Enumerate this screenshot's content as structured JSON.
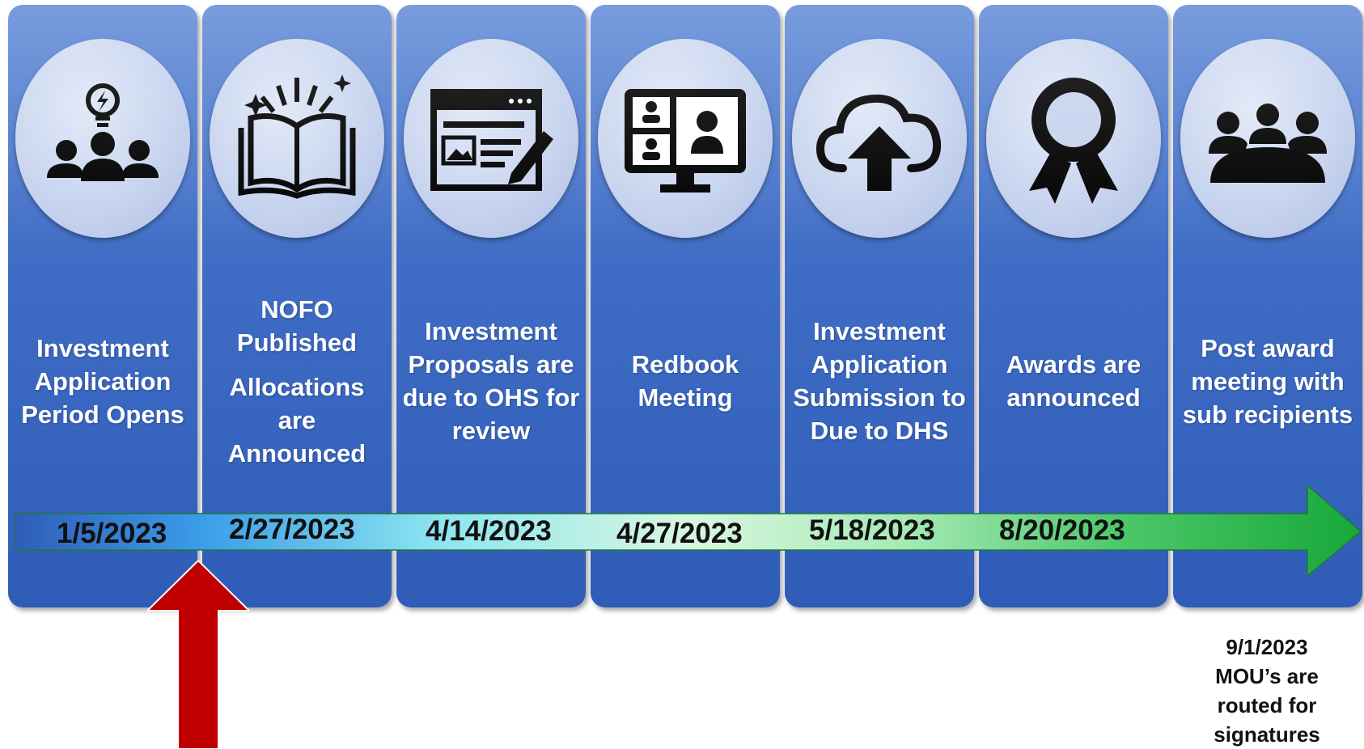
{
  "steps": [
    {
      "icon": "team-idea-icon",
      "title": "Investment Application Period Opens",
      "date": "1/5/2023"
    },
    {
      "icon": "open-book-icon",
      "title": "NOFO Published",
      "subtitle": "Allocations are Announced",
      "date": "2/27/2023"
    },
    {
      "icon": "browser-edit-icon",
      "title": "Investment Proposals are due to OHS for review",
      "date": "4/14/2023"
    },
    {
      "icon": "video-meeting-icon",
      "title": "Redbook Meeting",
      "date": "4/27/2023"
    },
    {
      "icon": "cloud-upload-icon",
      "title": "Investment Application Submission to  Due to DHS",
      "date": "5/18/2023"
    },
    {
      "icon": "award-ribbon-icon",
      "title": "Awards are announced",
      "date": "8/20/2023"
    },
    {
      "icon": "group-meeting-icon",
      "title": "Post award meeting with sub recipients"
    }
  ],
  "note": {
    "date": "9/1/2023",
    "text": "MOU’s are routed for signatures"
  },
  "colors": {
    "panel": "#3f6cc4",
    "circle": "#c6d3ee",
    "icon": "#000000",
    "current_marker": "#c00000",
    "timeline_start": "#2f5db8",
    "timeline_end": "#17b040"
  }
}
